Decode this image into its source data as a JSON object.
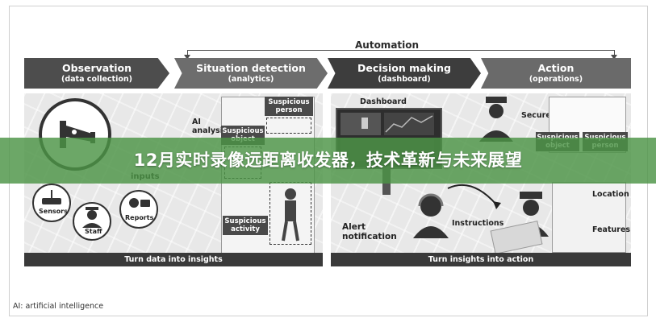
{
  "automation": {
    "label": "Automation"
  },
  "stages": [
    {
      "title": "Observation",
      "subtitle": "(data collection)"
    },
    {
      "title": "Situation detection",
      "subtitle": "(analytics)"
    },
    {
      "title": "Decision making",
      "subtitle": "(dashboard)"
    },
    {
      "title": "Action",
      "subtitle": "(operations)"
    }
  ],
  "observation": {
    "inputs_label": "inputs",
    "sensors_label": "Sensors",
    "staff_label": "Staff",
    "reports_label": "Reports"
  },
  "situation": {
    "ai_label": "AI analysis",
    "suspicious_person": "Suspicious person",
    "suspicious_object": "Suspicious object",
    "suspicious_activity": "Suspicious activity"
  },
  "decision": {
    "dashboard_label": "Dashboard",
    "alert_label": "Alert notification",
    "instructions_label": "Instructions"
  },
  "action": {
    "secure_label": "Secure",
    "suspicious_object": "Suspicious object",
    "suspicious_person": "Suspicious person",
    "location_label": "Location",
    "features_label": "Features"
  },
  "bottom": {
    "left": "Turn data into insights",
    "right": "Turn insights into action"
  },
  "footnote": "AI: artificial intelligence",
  "banner": {
    "text": "12月实时录像远距离收发器，技术革新与未来展望"
  },
  "colors": {
    "banner": "#4c9446",
    "header_dark": "#3d3d3d",
    "header_mid": "#6d6d6d"
  }
}
